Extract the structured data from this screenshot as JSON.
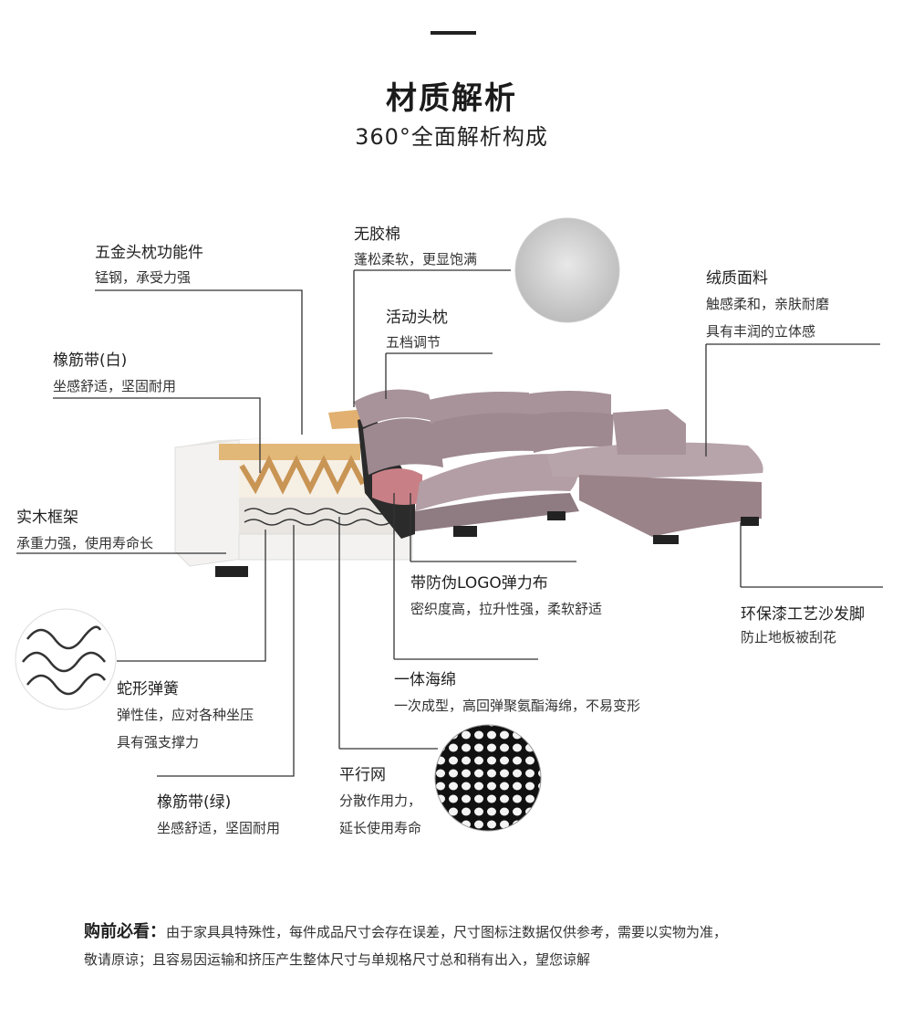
{
  "header": {
    "title": "材质解析",
    "subtitle": "360°全面解析构成"
  },
  "callouts": {
    "hardware": {
      "title": "五金头枕功能件",
      "desc": "锰钢，承受力强"
    },
    "elastic_white": {
      "title": "橡筋带(白)",
      "desc": "坐感舒适，坚固耐用"
    },
    "wood_frame": {
      "title": "实木框架",
      "desc": "承重力强，使用寿命长"
    },
    "no_glue_cotton": {
      "title": "无胶棉",
      "desc": "蓬松柔软，更显饱满"
    },
    "headrest": {
      "title": "活动头枕",
      "desc": "五档调节"
    },
    "velvet_fabric": {
      "title": "绒质面料",
      "desc1": "触感柔和，亲肤耐磨",
      "desc2": "具有丰润的立体感"
    },
    "logo_fabric": {
      "title": "带防伪LOGO弹力布",
      "desc": "密织度高，拉升性强，柔软舒适"
    },
    "eco_feet": {
      "title": "环保漆工艺沙发脚",
      "desc": "防止地板被刮花"
    },
    "sponge": {
      "title": "一体海绵",
      "desc": "一次成型，高回弹聚氨酯海绵，不易变形"
    },
    "snake_spring": {
      "title": "蛇形弹簧",
      "desc1": "弹性佳，应对各种坐压",
      "desc2": "具有强支撑力"
    },
    "parallel_net": {
      "title": "平行网",
      "desc1": "分散作用力，",
      "desc2": "延长使用寿命"
    },
    "elastic_green": {
      "title": "橡筋带(绿)",
      "desc": "坐感舒适，坚固耐用"
    }
  },
  "footer": {
    "lead": "购前必看：",
    "line1": "由于家具具特殊性，每件成品尺寸会存在误差，尺寸图标注数据仅供参考，需要以实物为准，",
    "line2": "敬请原谅；且容易因运输和挤压产生整体尺寸与单规格尺寸总和稍有出入，望您谅解"
  },
  "colors": {
    "fabric": "#a8939a",
    "fabric_dark": "#8f7b82",
    "sponge_red": "#c97f86",
    "wood": "#e2b878",
    "frame_white": "#f1f0ee",
    "leader_line": "#333333"
  }
}
